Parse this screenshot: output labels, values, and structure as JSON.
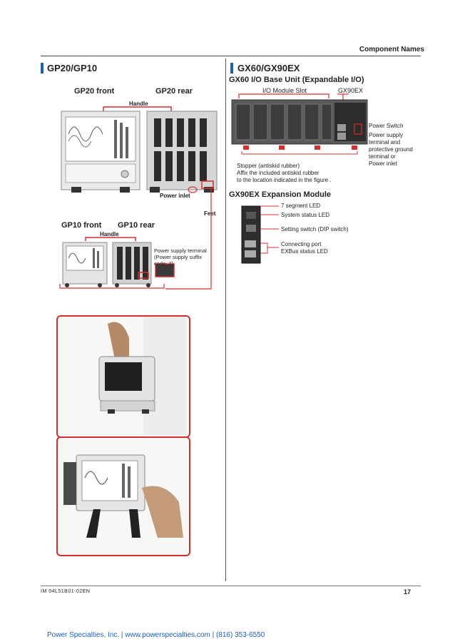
{
  "header": {
    "title": "Component Names"
  },
  "left": {
    "section_title": "GP20/GP10",
    "gp20_front": "GP20 front",
    "gp20_rear": "GP20 rear",
    "handle_top": "Handle",
    "power_inlet": "Power inlet",
    "feet": "Feet",
    "gp10_front": "GP10 front",
    "gp10_rear": "GP10 rear",
    "handle_bottom": "Handle",
    "power_supply_terminal": [
      "Power supply terminal",
      "(Power supply suffix",
      "code: 2)"
    ]
  },
  "right": {
    "section_title": "GX60/GX90EX",
    "base_unit_title": "GX60 I/O Base Unit (Expandable I/O)",
    "io_module_slot": "I/O Module Slot",
    "gx90ex_label": "GX90EX",
    "power_switch": "Power Switch",
    "power_supply_lines": [
      "Power supply",
      "terminal and",
      "protective ground",
      "terminal or",
      "Power inlet"
    ],
    "stopper_lines": [
      "Stopper (antiskid rubber)",
      "Affix the included antiskid rubber",
      "to the location indicated in the figure ."
    ],
    "expansion_title": "GX90EX Expansion Module",
    "seven_segment": "7 segment LED",
    "system_status": "System status LED",
    "setting_switch": "Setting switch (DIP switch)",
    "connecting_port": "Connecting port",
    "exbus_status": "EXBus status LED"
  },
  "footer": {
    "doc_code": "IM 04L51B01-02EN",
    "page_number": "17",
    "company_line": "Power Specialties, Inc. | www.powerspecialties.com | (816) 353-6550"
  },
  "colors": {
    "accent_blue": "#1f5fb0",
    "callout_red": "#d32f2f"
  }
}
